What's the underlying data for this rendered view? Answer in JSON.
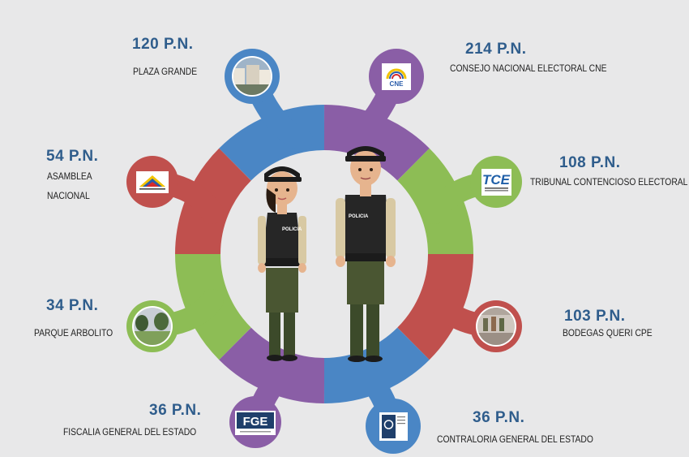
{
  "colors": {
    "blue": "#4a86c5",
    "purple": "#8a5ea6",
    "green": "#8dbd55",
    "red": "#c0504d",
    "background": "#e8e8e9",
    "count_text": "#2f5d8c"
  },
  "locations": [
    {
      "count": "120 P.N.",
      "name": "PLAZA GRANDE",
      "icon": "plaza-photo"
    },
    {
      "count": "214 P.N.",
      "name": "CONSEJO NACIONAL ELECTORAL CNE",
      "icon": "cne-logo",
      "logo_text": "CNE"
    },
    {
      "count": "108 P.N.",
      "name": "TRIBUNAL CONTENCIOSO ELECTORAL",
      "icon": "tce-logo",
      "logo_text": "TCE"
    },
    {
      "count": "103 P.N.",
      "name": "BODEGAS QUERI CPE",
      "icon": "warehouse-photo"
    },
    {
      "count": "36 P.N.",
      "name": "CONTRALORIA GENERAL DEL ESTADO",
      "icon": "contraloria-logo"
    },
    {
      "count": "36 P.N.",
      "name": "FISCALIA GENERAL DEL ESTADO",
      "icon": "fge-logo",
      "logo_text": "FGE"
    },
    {
      "count": "34 P.N.",
      "name": "PARQUE ARBOLITO",
      "icon": "park-photo"
    },
    {
      "count": "54 P.N.",
      "name_line1": "ASAMBLEA",
      "name_line2": "NACIONAL",
      "icon": "asamblea-logo"
    }
  ],
  "officers": {
    "badge_text": "POLICIA"
  }
}
